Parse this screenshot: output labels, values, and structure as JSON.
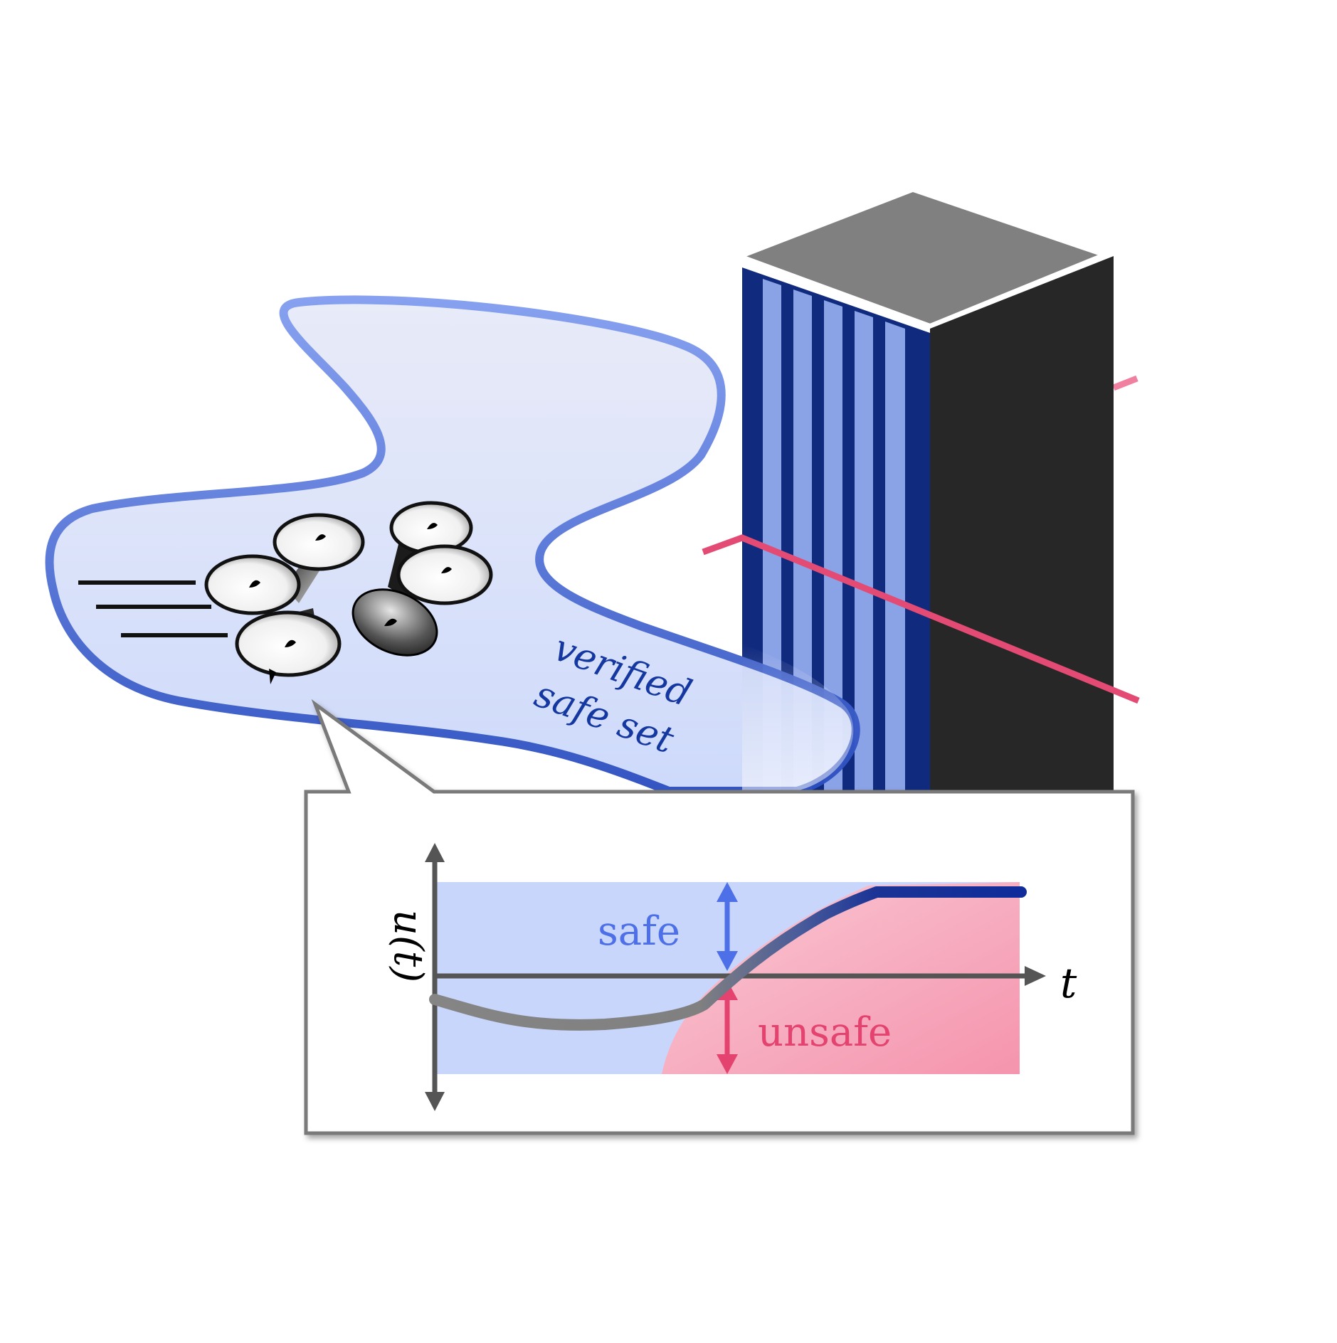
{
  "scene": {
    "set_label_line1": "verified",
    "set_label_line2": "safe set",
    "colors": {
      "set_outline": "#3a5fcf",
      "set_fill": "#dbe3fb",
      "building_stripes": "#8aa2e6",
      "building_frame": "#102a7e",
      "building_side": "#272727",
      "building_top": "#808080",
      "boundary_line": "#e34b74"
    },
    "drone_icon": "quadrotor-icon"
  },
  "inset": {
    "y_axis_label": "u(t)",
    "x_axis_label": "t",
    "safe_label": "safe",
    "unsafe_label": "unsafe",
    "colors": {
      "safe_region": "#c9d6fb",
      "unsafe_region": "#f6a1b5",
      "safe_text": "#4d6fe8",
      "unsafe_text": "#e4436f",
      "trajectory_start": "#808080",
      "trajectory_end": "#0f2c9a",
      "axis": "#555555"
    }
  }
}
